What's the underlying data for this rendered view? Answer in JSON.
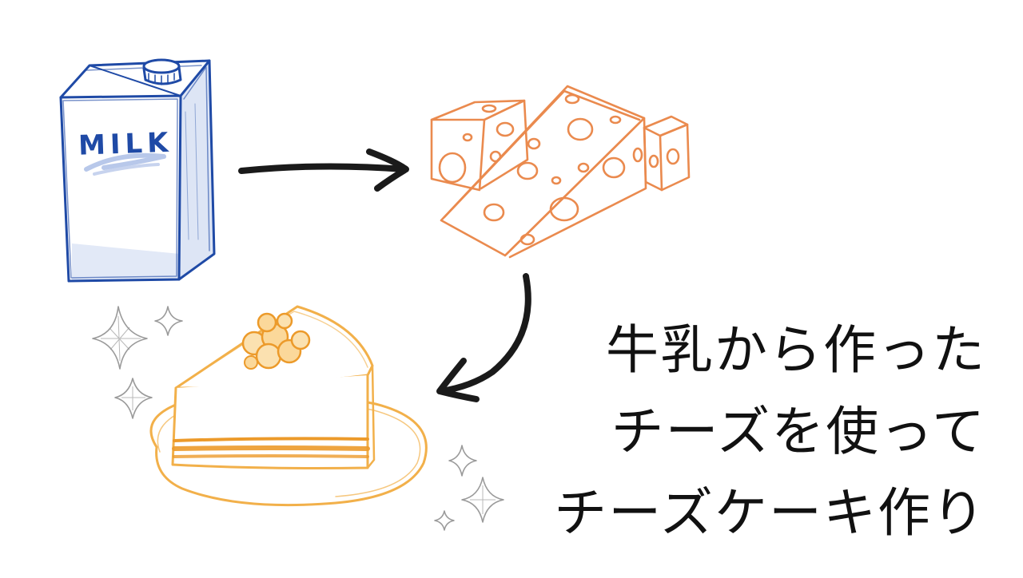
{
  "illustration": {
    "milk_label": "MILK",
    "colors": {
      "milk_carton": "#1f4aa6",
      "milk_shade": "#c7d3ee",
      "cheese": "#ea8a4e",
      "cake": "#f2b04a",
      "cake_dark": "#ec9a2a",
      "arrow": "#1a1a1a",
      "sparkle": "#9a9a9a"
    },
    "icons": [
      "milk-carton-icon",
      "cheese-icon",
      "cheesecake-icon",
      "sparkle-icon",
      "arrow-icon"
    ]
  },
  "caption": {
    "line1": "牛乳から作った",
    "line2": "チーズを使って",
    "line3": "チーズケーキ作り"
  }
}
